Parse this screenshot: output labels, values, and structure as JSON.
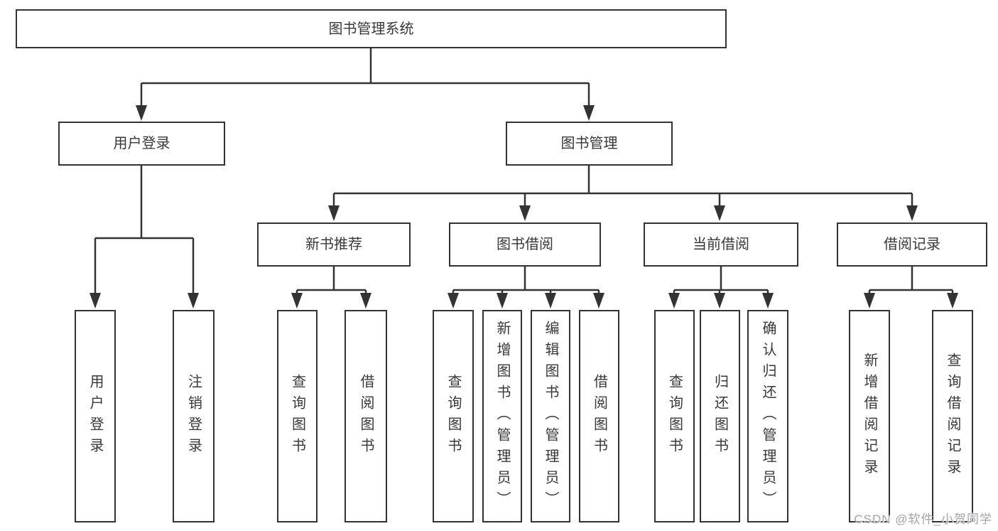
{
  "diagram": {
    "root": {
      "label": "图书管理系统"
    },
    "branches": [
      {
        "label": "用户登录",
        "children": [
          {
            "label": "用户登录"
          },
          {
            "label": "注销登录"
          }
        ]
      },
      {
        "label": "图书管理",
        "children": [
          {
            "label": "新书推荐",
            "children": [
              {
                "label": "查询图书"
              },
              {
                "label": "借阅图书"
              }
            ]
          },
          {
            "label": "图书借阅",
            "children": [
              {
                "label": "查询图书"
              },
              {
                "label": "新增图书（管理员）"
              },
              {
                "label": "编辑图书（管理员）"
              },
              {
                "label": "借阅图书"
              }
            ]
          },
          {
            "label": "当前借阅",
            "children": [
              {
                "label": "查询图书"
              },
              {
                "label": "归还图书"
              },
              {
                "label": "确认归还（管理员）"
              }
            ]
          },
          {
            "label": "借阅记录",
            "children": [
              {
                "label": "新增借阅记录"
              },
              {
                "label": "查询借阅记录"
              }
            ]
          }
        ]
      }
    ],
    "watermark": "CSDN @软件_小贺同学"
  },
  "colors": {
    "line": "#333333",
    "text": "#383838",
    "box_background": "#ffffff",
    "page_background": "#ffffff",
    "watermark": "#a3a3a8"
  }
}
